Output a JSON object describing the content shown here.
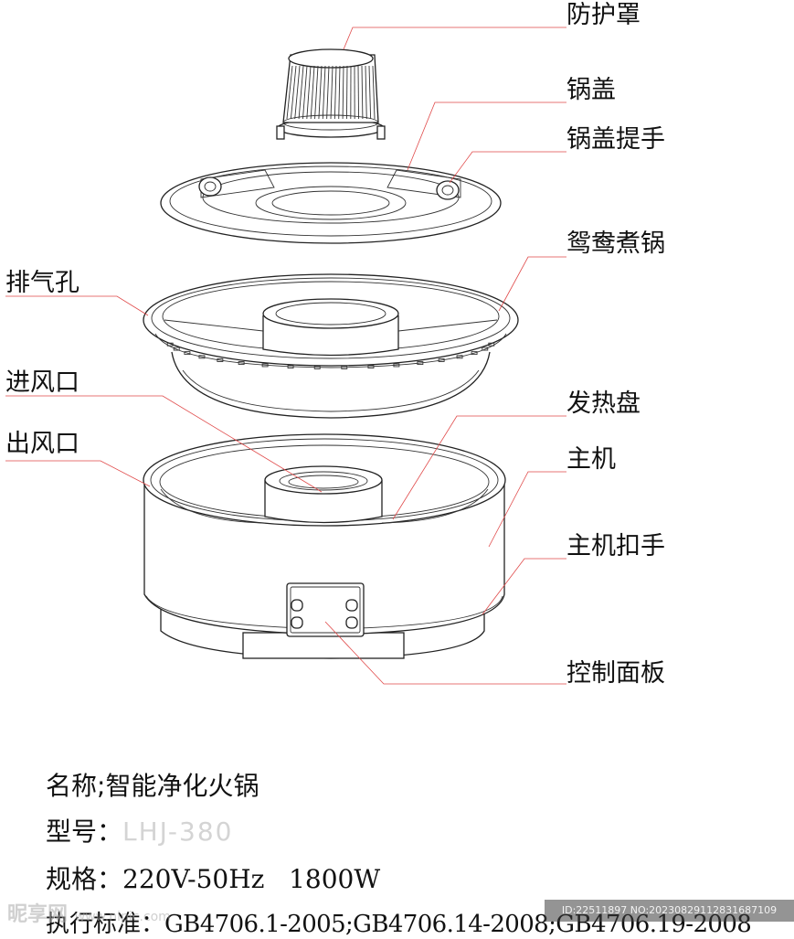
{
  "labels": {
    "guard": "防护罩",
    "lid": "锅盖",
    "lid_handle": "锅盖提手",
    "yuanyang_pot": "鸳鸯煮锅",
    "vent_hole": "排气孔",
    "air_inlet": "进风口",
    "air_outlet": "出风口",
    "heating_plate": "发热盘",
    "main_unit": "主机",
    "main_unit_handle": "主机扣手",
    "control_panel": "控制面板"
  },
  "specs": {
    "name_label": "名称;",
    "name_value": "智能净化火锅",
    "model_label": "型号：",
    "model_value": "LHJ-380",
    "rating_label": "规格：",
    "rating_value": "220V-50Hz   1800W",
    "standard_label": "执行标准：",
    "standard_value": "GB4706.1-2005;GB4706.14-2008;GB4706.19-2008"
  },
  "watermark": {
    "left_text": "昵享网",
    "left_url": "www.nipic.com",
    "right_text": "ID:22511897 NO:20230829112831687109"
  },
  "colors": {
    "leader_line": "#e04a4a",
    "outline": "#222222",
    "model_text": "#d4d4d4"
  }
}
